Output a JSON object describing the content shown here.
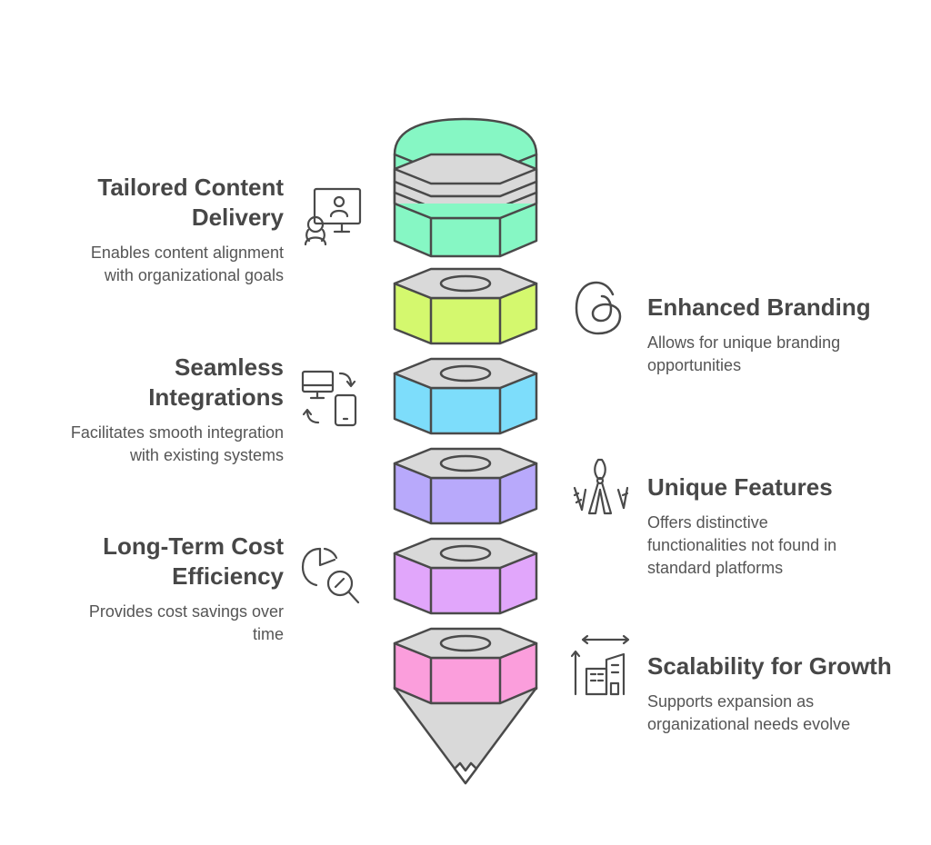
{
  "items": [
    {
      "side": "left",
      "title_line1": "Tailored Content",
      "title_line2": "Delivery",
      "desc_line1": "Enables content alignment",
      "desc_line2": "with organizational goals",
      "icon": "presenter-screen-icon"
    },
    {
      "side": "right",
      "title_line1": "Enhanced Branding",
      "title_line2": "",
      "desc_line1": "Allows for unique branding",
      "desc_line2": "opportunities",
      "icon": "threads-logo-icon"
    },
    {
      "side": "left",
      "title_line1": "Seamless",
      "title_line2": "Integrations",
      "desc_line1": "Facilitates smooth integration",
      "desc_line2": "with existing systems",
      "icon": "device-sync-icon"
    },
    {
      "side": "right",
      "title_line1": "Unique Features",
      "title_line2": "",
      "desc_line1": "Offers distinctive",
      "desc_line2": "functionalities not found in",
      "desc_line3": "standard platforms",
      "icon": "pruning-shears-icon"
    },
    {
      "side": "left",
      "title_line1": "Long-Term Cost",
      "title_line2": "Efficiency",
      "desc_line1": "Provides cost savings over",
      "desc_line2": "time",
      "icon": "chart-magnifier-icon"
    },
    {
      "side": "right",
      "title_line1": "Scalability for Growth",
      "title_line2": "",
      "desc_line1": "Supports expansion as",
      "desc_line2": "organizational needs evolve",
      "icon": "scaling-building-icon"
    }
  ],
  "colors": {
    "eraser": "#86f7c4",
    "ferrule": "#d9d9d9",
    "segments": [
      "#86f7c4",
      "#d4f86e",
      "#7dddfb",
      "#b8a9fb",
      "#e1a6fb",
      "#fb9edc"
    ],
    "hex_top": "#d9d9d9",
    "tip": "#d9d9d9",
    "stroke": "#4a4a4a"
  }
}
